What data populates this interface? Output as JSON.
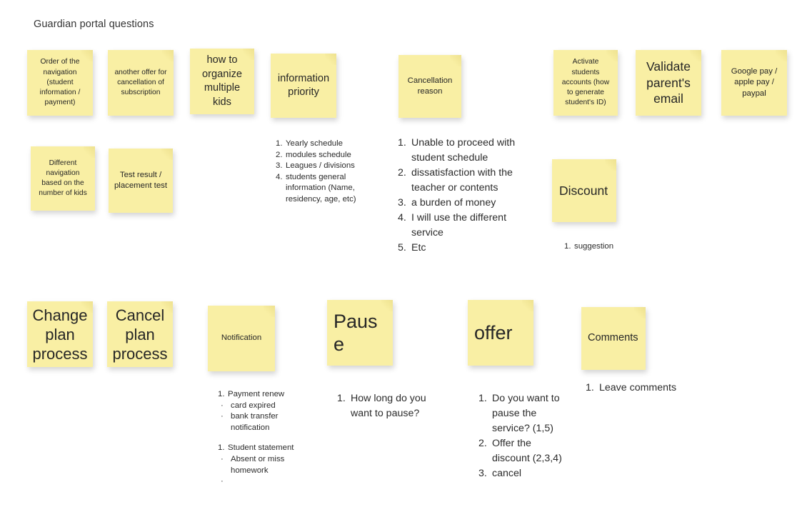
{
  "board": {
    "title": "Guardian portal questions",
    "background_color": "#ffffff",
    "note_color": "#f9efa4",
    "text_color": "#262626"
  },
  "notes": [
    {
      "id": "order-of-navigation",
      "text": "Order of the navigation (student information / payment)"
    },
    {
      "id": "another-offer",
      "text": "another offer for cancellation of subscription"
    },
    {
      "id": "how-to-organize-kids",
      "text": "how to organize multiple kids"
    },
    {
      "id": "information-priority",
      "text": "information priority"
    },
    {
      "id": "cancellation-reason",
      "text": "Cancellation reason"
    },
    {
      "id": "activate-students-accounts",
      "text": "Activate students accounts (how to generate student's ID)"
    },
    {
      "id": "validate-parents-email",
      "text": "Validate parent's email"
    },
    {
      "id": "google-pay",
      "text": "Google pay / apple pay / paypal"
    },
    {
      "id": "different-navigation",
      "text": "Different navigation based on the number of kids"
    },
    {
      "id": "test-result",
      "text": "Test result / placement test"
    },
    {
      "id": "discount",
      "text": "Discount"
    },
    {
      "id": "change-plan-process",
      "text": "Change plan process"
    },
    {
      "id": "cancel-plan-process",
      "text": "Cancel plan process"
    },
    {
      "id": "notification",
      "text": "Notification"
    },
    {
      "id": "pause",
      "text": "Pause"
    },
    {
      "id": "offer",
      "text": "offer"
    },
    {
      "id": "comments",
      "text": "Comments"
    }
  ],
  "lists": {
    "information_priority": [
      {
        "marker": "1.",
        "text": "Yearly schedule"
      },
      {
        "marker": "2.",
        "text": "modules schedule"
      },
      {
        "marker": "3.",
        "text": "Leagues / divisions"
      },
      {
        "marker": "4.",
        "text": "students general information (Name, residency, age, etc)"
      }
    ],
    "cancellation_reason": [
      {
        "marker": "1.",
        "text": "Unable to proceed with student schedule"
      },
      {
        "marker": "2.",
        "text": "dissatisfaction with the teacher or contents"
      },
      {
        "marker": "3.",
        "text": "a burden of money"
      },
      {
        "marker": "4.",
        "text": "I will use the different service"
      },
      {
        "marker": "5.",
        "text": "Etc"
      }
    ],
    "discount": [
      {
        "marker": "1.",
        "text": "suggestion"
      }
    ],
    "notification": [
      {
        "marker": "1.",
        "text": "Payment renew"
      },
      {
        "marker": "·",
        "text": "card expired"
      },
      {
        "marker": "·",
        "text": "bank transfer notification"
      },
      {
        "marker": "",
        "text": ""
      },
      {
        "marker": "1.",
        "text": "Student statement"
      },
      {
        "marker": "·",
        "text": "Absent or miss homework"
      },
      {
        "marker": "·",
        "text": ""
      }
    ],
    "pause": [
      {
        "marker": "1.",
        "text": "How long do you want to pause?"
      }
    ],
    "offer": [
      {
        "marker": "1.",
        "text": "Do you want to pause the service? (1,5)"
      },
      {
        "marker": "2.",
        "text": "Offer the discount (2,3,4)"
      },
      {
        "marker": "3.",
        "text": "cancel"
      }
    ],
    "comments": [
      {
        "marker": "1.",
        "text": "Leave comments"
      }
    ]
  }
}
